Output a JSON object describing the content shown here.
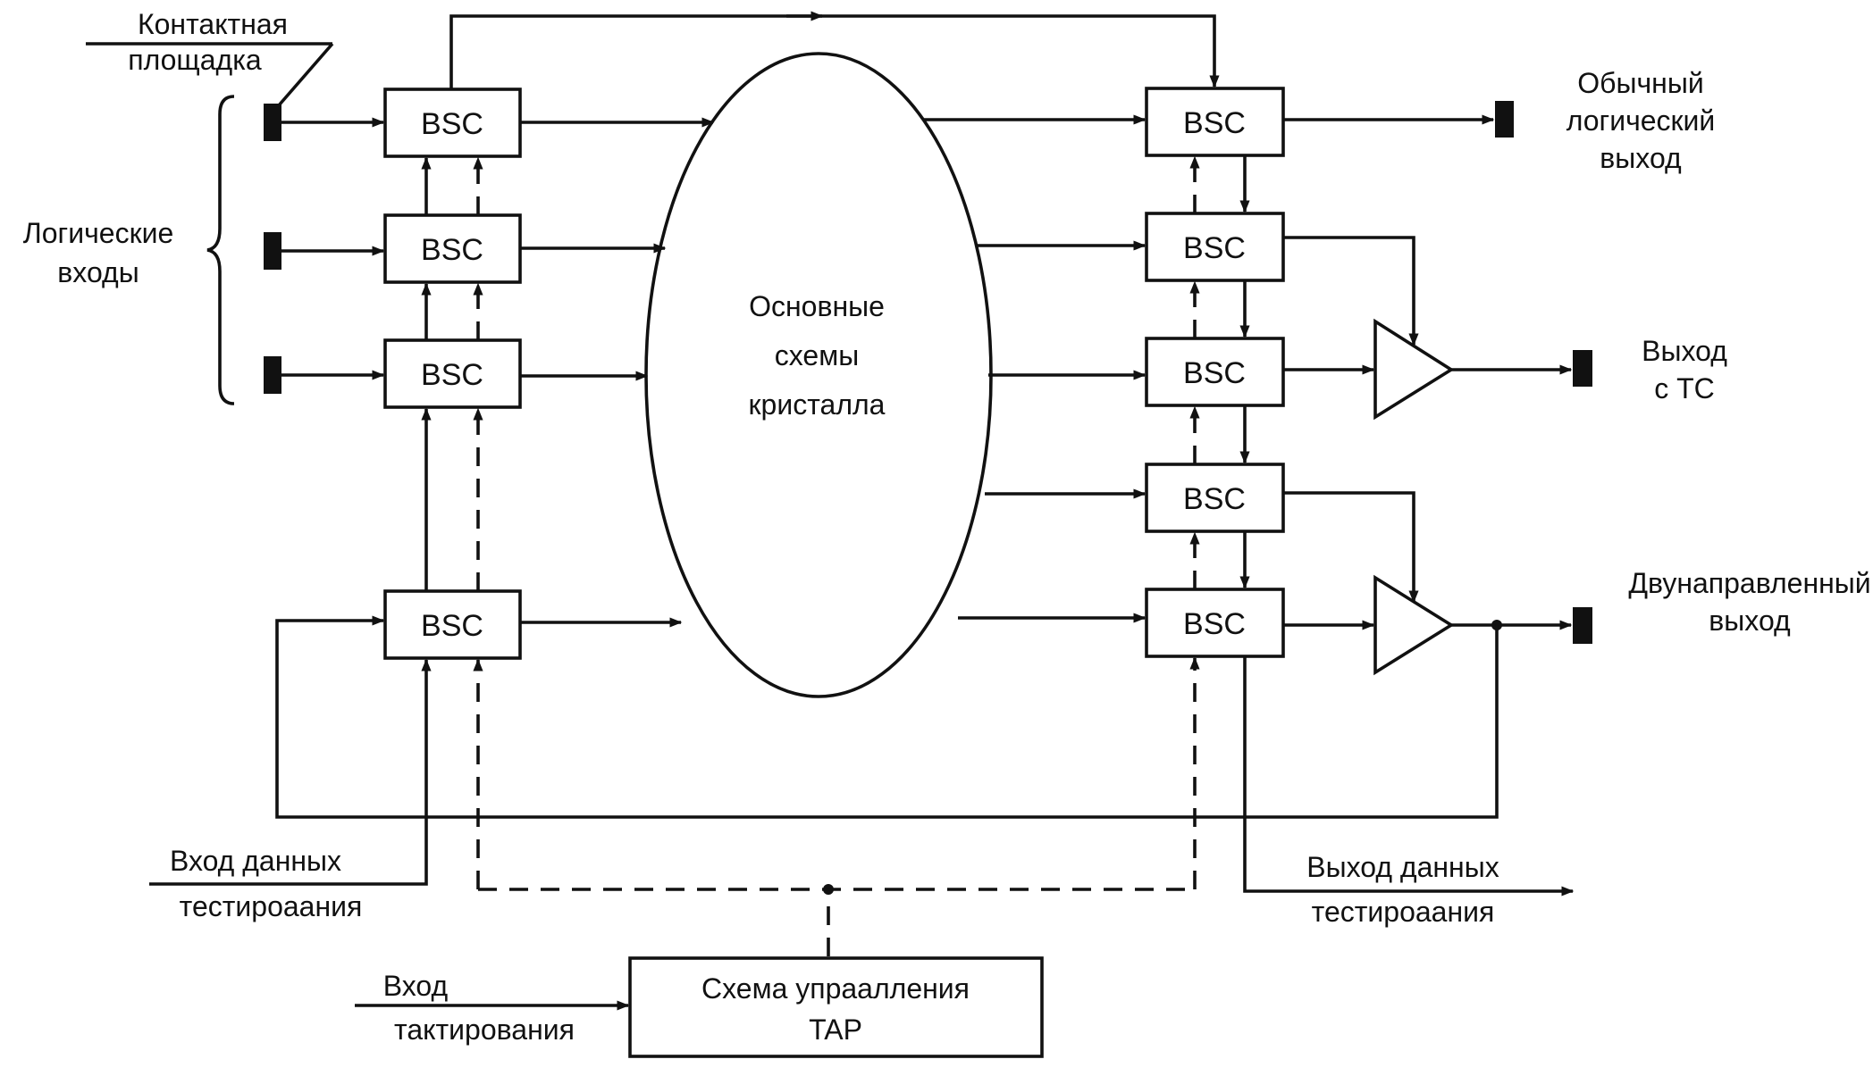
{
  "labels": {
    "contact_pad": [
      "Контактная",
      "площадка"
    ],
    "logic_inputs": [
      "Логические",
      "входы"
    ],
    "core": [
      "Основные",
      "схемы",
      "кристалла"
    ],
    "normal_output": [
      "Обычный",
      "логический",
      "выход"
    ],
    "tristate_output": [
      "Выход",
      "с ТС"
    ],
    "bidir_output": [
      "Двунаправленный",
      "выход"
    ],
    "test_data_in": [
      "Вход данных",
      "тестироаания"
    ],
    "test_data_out": [
      "Выход данных",
      "тестироаания"
    ],
    "clock_in": [
      "Вход",
      "тактирования"
    ],
    "tap": [
      "Схема упраалления",
      "TAP"
    ]
  },
  "cells": {
    "left": [
      "BSC",
      "BSC",
      "BSC",
      "BSC"
    ],
    "right": [
      "BSC",
      "BSC",
      "BSC",
      "BSC",
      "BSC"
    ]
  }
}
